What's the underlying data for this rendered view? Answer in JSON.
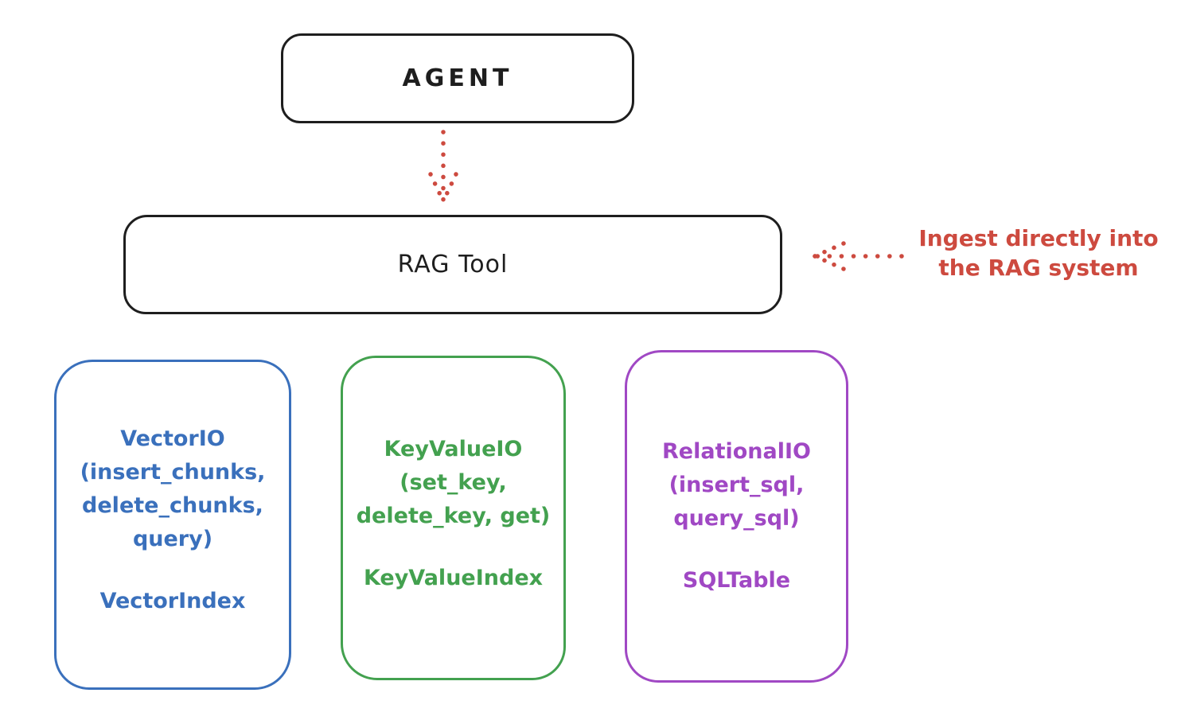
{
  "diagram": {
    "title_hint": "RAG Tool architecture sketch",
    "background": "#ffffff"
  },
  "colors": {
    "ink": "#1e1e1e",
    "red": "#cd4a3f",
    "blue": "#3a70bc",
    "green": "#43a14f",
    "purple": "#a048c4"
  },
  "nodes": {
    "agent": {
      "label": "AGENT",
      "color": "#1e1e1e"
    },
    "rag_tool": {
      "label": "RAG Tool",
      "color": "#1e1e1e"
    },
    "vector_io": {
      "lines": [
        "VectorIO",
        "(insert_chunks,",
        "delete_chunks,",
        "query)"
      ],
      "index_label": "VectorIndex",
      "color": "#3a70bc"
    },
    "key_value_io": {
      "lines": [
        "KeyValueIO",
        "(set_key,",
        "delete_key, get)"
      ],
      "index_label": "KeyValueIndex",
      "color": "#43a14f"
    },
    "relational_io": {
      "lines": [
        "RelationalIO",
        "(insert_sql,",
        "query_sql)"
      ],
      "index_label": "SQLTable",
      "color": "#a048c4"
    }
  },
  "annotation": {
    "line1": "Ingest directly into",
    "line2": "the RAG system",
    "color": "#cd4a3f"
  },
  "arrows": [
    {
      "name": "agent-to-rag-tool",
      "style": "dotted",
      "direction": "down",
      "color": "#cd4a3f"
    },
    {
      "name": "ingest-into-rag-tool",
      "style": "dotted",
      "direction": "left",
      "color": "#cd4a3f"
    }
  ]
}
